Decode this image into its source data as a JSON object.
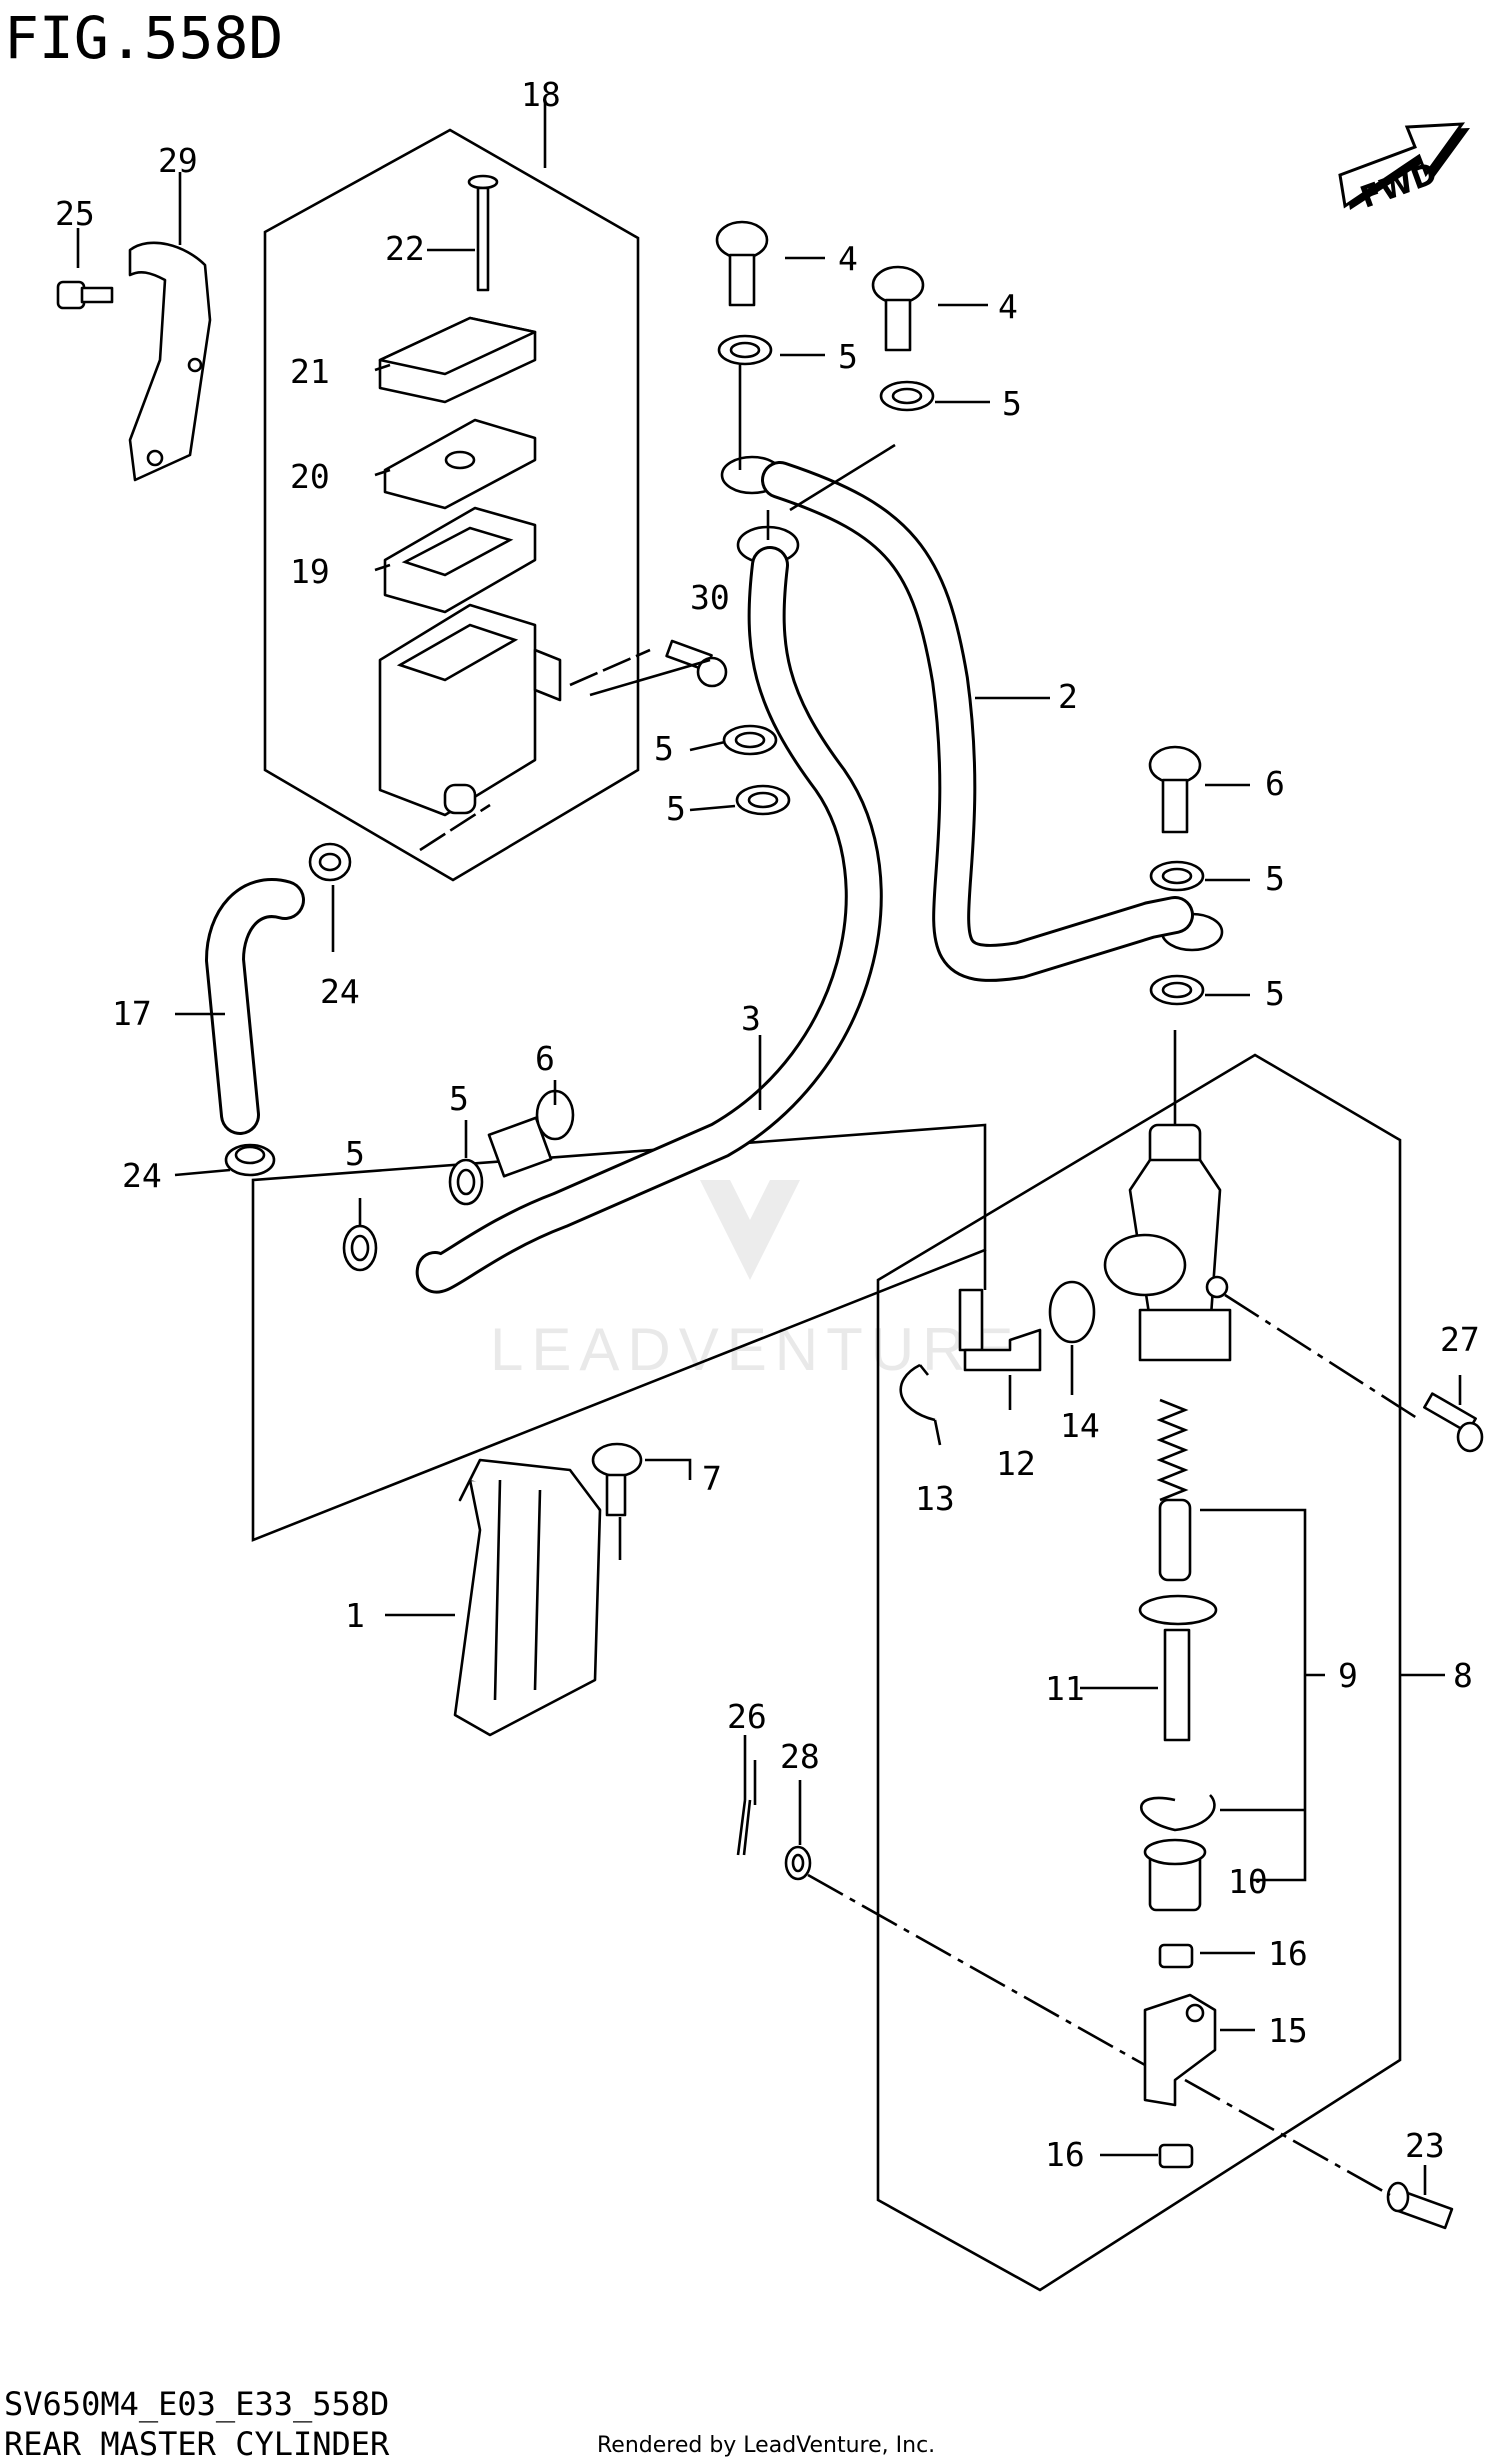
{
  "figure_title": "FIG.558D",
  "model_code": "SV650M4_E03_E33_558D",
  "diagram_title": "REAR MASTER CYLINDER",
  "render_credit": "Rendered by LeadVenture, Inc.",
  "watermark": "LEADVENTURE",
  "fwd_label": "FWD",
  "callouts": {
    "c1": "1",
    "c2": "2",
    "c3": "3",
    "c4a": "4",
    "c4b": "4",
    "c5a": "5",
    "c5b": "5",
    "c5c": "5",
    "c5d": "5",
    "c5e": "5",
    "c5f": "5",
    "c5g": "5",
    "c5h": "5",
    "c6a": "6",
    "c6b": "6",
    "c7": "7",
    "c8": "8",
    "c9": "9",
    "c10": "10",
    "c11": "11",
    "c12": "12",
    "c13": "13",
    "c14": "14",
    "c15": "15",
    "c16a": "16",
    "c16b": "16",
    "c17": "17",
    "c18": "18",
    "c19": "19",
    "c20": "20",
    "c21": "21",
    "c22": "22",
    "c23": "23",
    "c24a": "24",
    "c24b": "24",
    "c25": "25",
    "c26": "26",
    "c27": "27",
    "c28": "28",
    "c29": "29",
    "c30": "30"
  }
}
